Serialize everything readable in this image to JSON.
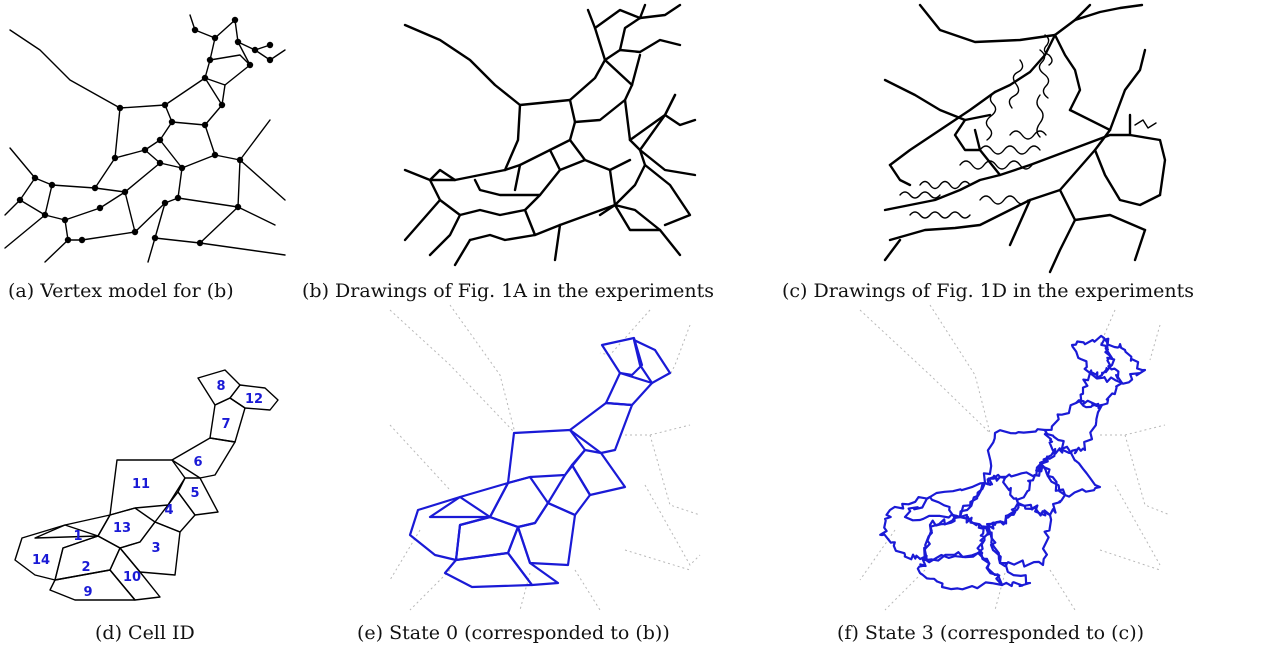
{
  "panels": {
    "a": {
      "caption": "(a) Vertex model for (b)"
    },
    "b": {
      "caption": "(b) Drawings of Fig. 1A in the experiments"
    },
    "c": {
      "caption": "(c) Drawings of Fig. 1D in the experiments"
    },
    "d": {
      "caption": "(d) Cell ID",
      "cell_ids": [
        "1",
        "2",
        "3",
        "4",
        "5",
        "6",
        "7",
        "8",
        "9",
        "10",
        "11",
        "12",
        "13",
        "14"
      ]
    },
    "e": {
      "caption": "(e) State 0 (corresponded to (b))"
    },
    "f": {
      "caption": "(f) State 3 (corresponded to (c))"
    }
  },
  "colors": {
    "cell_outline": "#000000",
    "state_edges": "#1a1ad6",
    "background_edges": "#b8b8b8",
    "cell_id_text": "#1a1ad6"
  }
}
